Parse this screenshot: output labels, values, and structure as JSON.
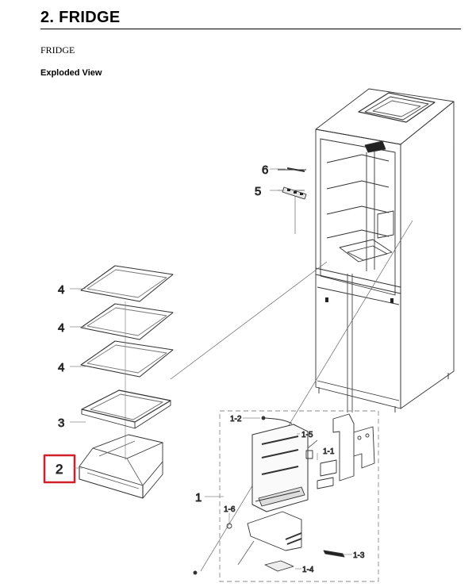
{
  "header": {
    "section_title": "2.  FRIDGE"
  },
  "subtitle": "FRIDGE",
  "section_label": "Exploded View",
  "callouts": {
    "c6": "6",
    "c5": "5",
    "c4a": "4",
    "c4b": "4",
    "c4c": "4",
    "c3": "3",
    "c2": "2",
    "c1": "1",
    "c1_2": "1-2",
    "c1_5": "1-5",
    "c1_1": "1-1",
    "c1_6": "1-6",
    "c1_3": "1-3",
    "c1_4": "1-4"
  },
  "colors": {
    "highlight": "#d0202a",
    "line": "#333333",
    "dashed": "#888888"
  }
}
